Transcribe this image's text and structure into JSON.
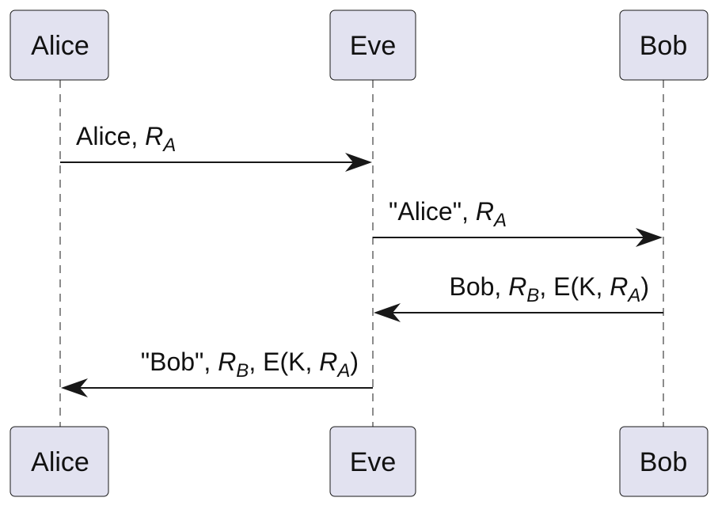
{
  "participants": [
    {
      "id": "alice",
      "label": "Alice"
    },
    {
      "id": "eve",
      "label": "Eve"
    },
    {
      "id": "bob",
      "label": "Bob"
    }
  ],
  "messages": [
    {
      "from": "alice",
      "to": "eve",
      "label": [
        {
          "t": "Alice, "
        },
        {
          "t": "R",
          "italic": true
        },
        {
          "t": "A",
          "italic": true,
          "sub": true
        }
      ]
    },
    {
      "from": "eve",
      "to": "bob",
      "label": [
        {
          "t": "\"Alice\", "
        },
        {
          "t": "R",
          "italic": true
        },
        {
          "t": "A",
          "italic": true,
          "sub": true
        }
      ]
    },
    {
      "from": "bob",
      "to": "eve",
      "label": [
        {
          "t": "Bob, "
        },
        {
          "t": "R",
          "italic": true
        },
        {
          "t": "B",
          "italic": true,
          "sub": true
        },
        {
          "t": ", E(K, "
        },
        {
          "t": "R",
          "italic": true
        },
        {
          "t": "A",
          "italic": true,
          "sub": true
        },
        {
          "t": ")"
        }
      ]
    },
    {
      "from": "eve",
      "to": "alice",
      "label": [
        {
          "t": "\"Bob\", "
        },
        {
          "t": "R",
          "italic": true
        },
        {
          "t": "B",
          "italic": true,
          "sub": true
        },
        {
          "t": ", E(K, "
        },
        {
          "t": "R",
          "italic": true
        },
        {
          "t": "A",
          "italic": true,
          "sub": true
        },
        {
          "t": ")"
        }
      ]
    }
  ],
  "colors": {
    "participant_fill": "#e2e2f0",
    "line": "#181818",
    "text": "#111111"
  }
}
